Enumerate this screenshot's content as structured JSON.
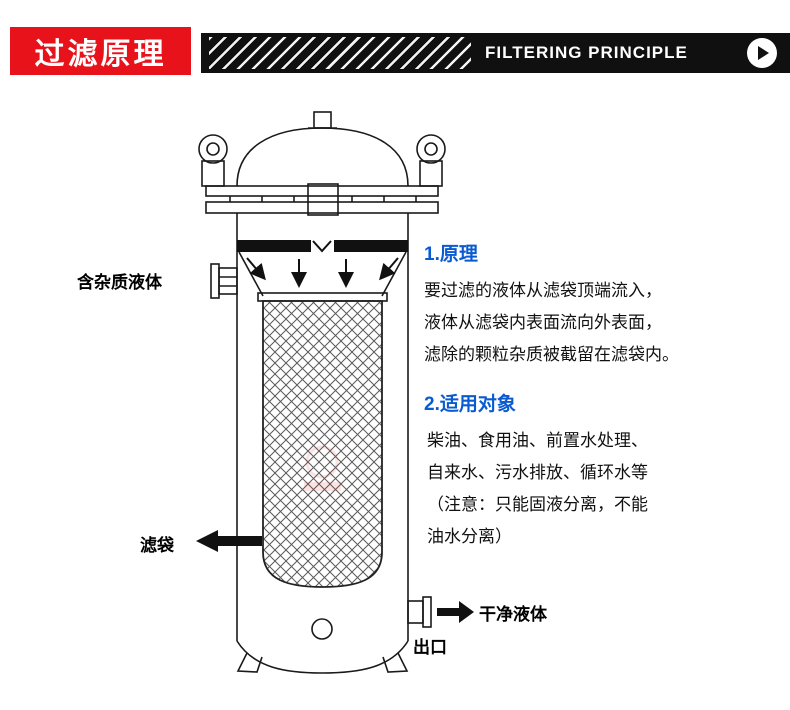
{
  "header": {
    "title_cn": "过滤原理",
    "title_en": "FILTERING PRINCIPLE"
  },
  "diagram": {
    "inlet_label": "含杂质液体",
    "bag_label": "滤袋",
    "clean_label": "干净液体",
    "outlet_label": "出口"
  },
  "content": {
    "sections": [
      {
        "heading": "1.原理",
        "lines": [
          "要过滤的液体从滤袋顶端流入，",
          "液体从滤袋内表面流向外表面，",
          "滤除的颗粒杂质被截留在滤袋内。"
        ]
      },
      {
        "heading": "2.适用对象",
        "lines": [
          "柴油、食用油、前置水处理、",
          "自来水、污水排放、循环水等",
          "（注意：只能固液分离，不能",
          "油水分离）"
        ]
      }
    ]
  },
  "colors": {
    "red": "#e8121b",
    "black_bar": "#101010",
    "heading_blue": "#0a5bd2",
    "text": "#111111"
  }
}
